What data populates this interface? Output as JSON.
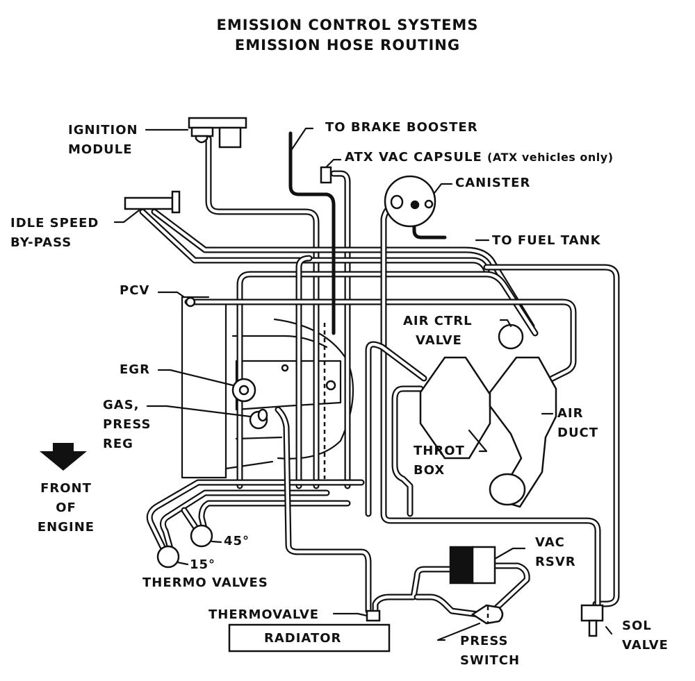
{
  "title": {
    "line1": "EMISSION CONTROL SYSTEMS",
    "line2": "EMISSION HOSE ROUTING"
  },
  "labels": {
    "ignition_module": [
      "IGNITION",
      "MODULE"
    ],
    "idle_speed_bypass": [
      "IDLE SPEED",
      "BY-PASS"
    ],
    "brake_booster": "TO BRAKE BOOSTER",
    "atx_vac_capsule": "ATX VAC CAPSULE",
    "atx_note": "(ATX vehicles only)",
    "canister": "CANISTER",
    "fuel_tank": "TO FUEL TANK",
    "pcv": "PCV",
    "air_ctrl_valve": [
      "AIR CTRL",
      "VALVE"
    ],
    "egr": "EGR",
    "gas_press_reg": [
      "GAS,",
      "PRESS",
      "REG"
    ],
    "air_duct": [
      "AIR",
      "DUCT"
    ],
    "throt_box": [
      "THROT",
      "BOX"
    ],
    "front_of_engine": [
      "FRONT",
      "OF",
      "ENGINE"
    ],
    "thermo_45": "45°",
    "thermo_15": "15°",
    "thermo_valves": "THERMO VALVES",
    "vac_rsvr": [
      "VAC",
      "RSVR"
    ],
    "thermovalve": "THERMOVALVE",
    "radiator": "RADIATOR",
    "press_switch": [
      "PRESS",
      "SWITCH"
    ],
    "sol_valve": [
      "SOL",
      "VALVE"
    ]
  },
  "icons": {
    "front_arrow": "down-arrow"
  }
}
